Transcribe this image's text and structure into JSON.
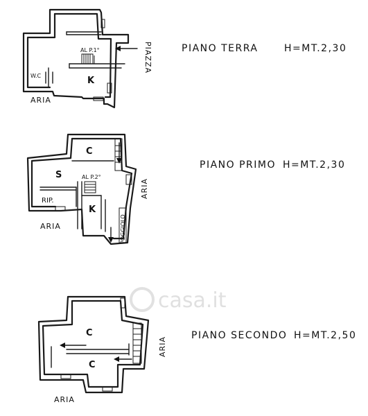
{
  "floors": [
    {
      "title": "PIANO TERRA",
      "height": "H=MT.2,30",
      "rooms": [
        "K",
        "W.C"
      ],
      "stair_note": "AL P.1°",
      "exposures": [
        "ARIA",
        "PIAZZA"
      ]
    },
    {
      "title": "PIANO PRIMO",
      "height": "H=MT.2,30",
      "rooms": [
        "C",
        "S",
        "RIP.",
        "K"
      ],
      "stair_note": "AL P.2°",
      "exposures": [
        "ARIA",
        "ARIA",
        "POGGIOLO"
      ]
    },
    {
      "title": "PIANO SECONDO",
      "height": "H=MT.2,50",
      "rooms": [
        "C",
        "C"
      ],
      "exposures": [
        "ARIA",
        "ARIA"
      ]
    }
  ],
  "watermark": "casa.it"
}
